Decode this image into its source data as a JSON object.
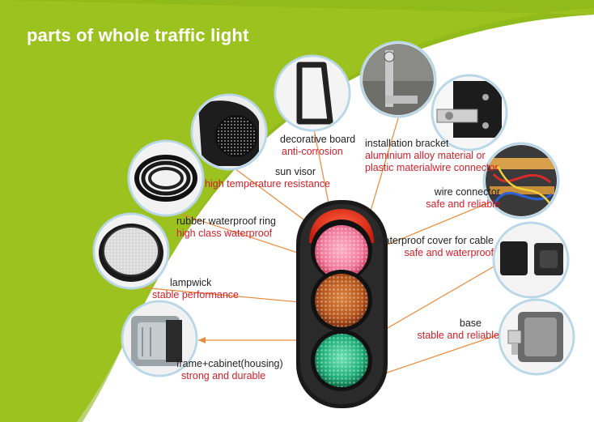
{
  "title": "parts of whole traffic light",
  "colors": {
    "green_band": "#9cc21f",
    "dark_green": "#7ea515",
    "label_red": "#d0202a",
    "label_black": "#222222",
    "leader_line": "#e88a3a",
    "circle_border": "#b9d7e6"
  },
  "parts": [
    {
      "id": "decorative-board",
      "name": "decorative board",
      "desc": "anti-corrosion"
    },
    {
      "id": "installation-bracket",
      "name": "installation bracket",
      "desc": "aluminium alloy material or",
      "desc2": "plastic materialwire connector"
    },
    {
      "id": "sun-visor",
      "name": "sun visor",
      "desc": "high temperature resistance"
    },
    {
      "id": "wire-connector",
      "name": "wire connector",
      "desc": "safe and reliable"
    },
    {
      "id": "rubber-ring",
      "name": "rubber waterproof ring",
      "desc": "high class waterproof"
    },
    {
      "id": "waterproof-cover",
      "name": "waterproof cover for cable",
      "desc": "safe and waterproof"
    },
    {
      "id": "lampwick",
      "name": "lampwick",
      "desc": "stable performance"
    },
    {
      "id": "base",
      "name": "base",
      "desc": "stable and reliable"
    },
    {
      "id": "frame-cabinet",
      "name": "frame+cabinet(housing)",
      "desc": "strong and durable"
    }
  ]
}
